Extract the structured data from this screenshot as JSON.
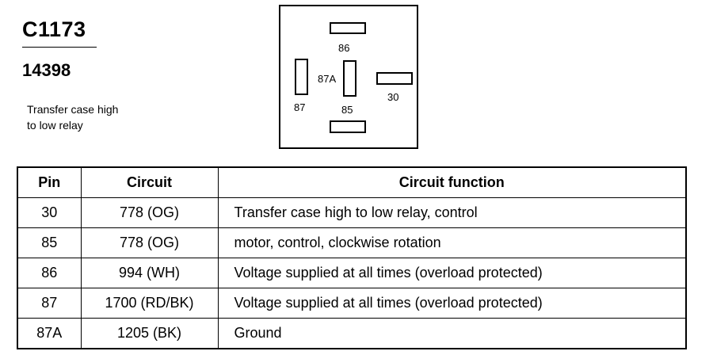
{
  "connector": {
    "id": "C1173",
    "part_number": "14398",
    "description_line1": "Transfer case high",
    "description_line2": "to low relay"
  },
  "diagram": {
    "pins": [
      {
        "label": "86",
        "orientation": "horizontal"
      },
      {
        "label": "87",
        "orientation": "vertical"
      },
      {
        "label": "87A",
        "orientation": "vertical"
      },
      {
        "label": "85",
        "orientation": "horizontal"
      },
      {
        "label": "30",
        "orientation": "horizontal"
      }
    ]
  },
  "table": {
    "headers": {
      "pin": "Pin",
      "circuit": "Circuit",
      "function": "Circuit function"
    },
    "rows": [
      {
        "pin": "30",
        "circuit": "778 (OG)",
        "function": "Transfer case high to low relay, control"
      },
      {
        "pin": "85",
        "circuit": "778 (OG)",
        "function": "motor, control, clockwise rotation"
      },
      {
        "pin": "86",
        "circuit": "994 (WH)",
        "function": "Voltage supplied at all times (overload protected)"
      },
      {
        "pin": "87",
        "circuit": "1700 (RD/BK)",
        "function": "Voltage supplied at all times (overload protected)"
      },
      {
        "pin": "87A",
        "circuit": "1205 (BK)",
        "function": "Ground"
      }
    ]
  }
}
